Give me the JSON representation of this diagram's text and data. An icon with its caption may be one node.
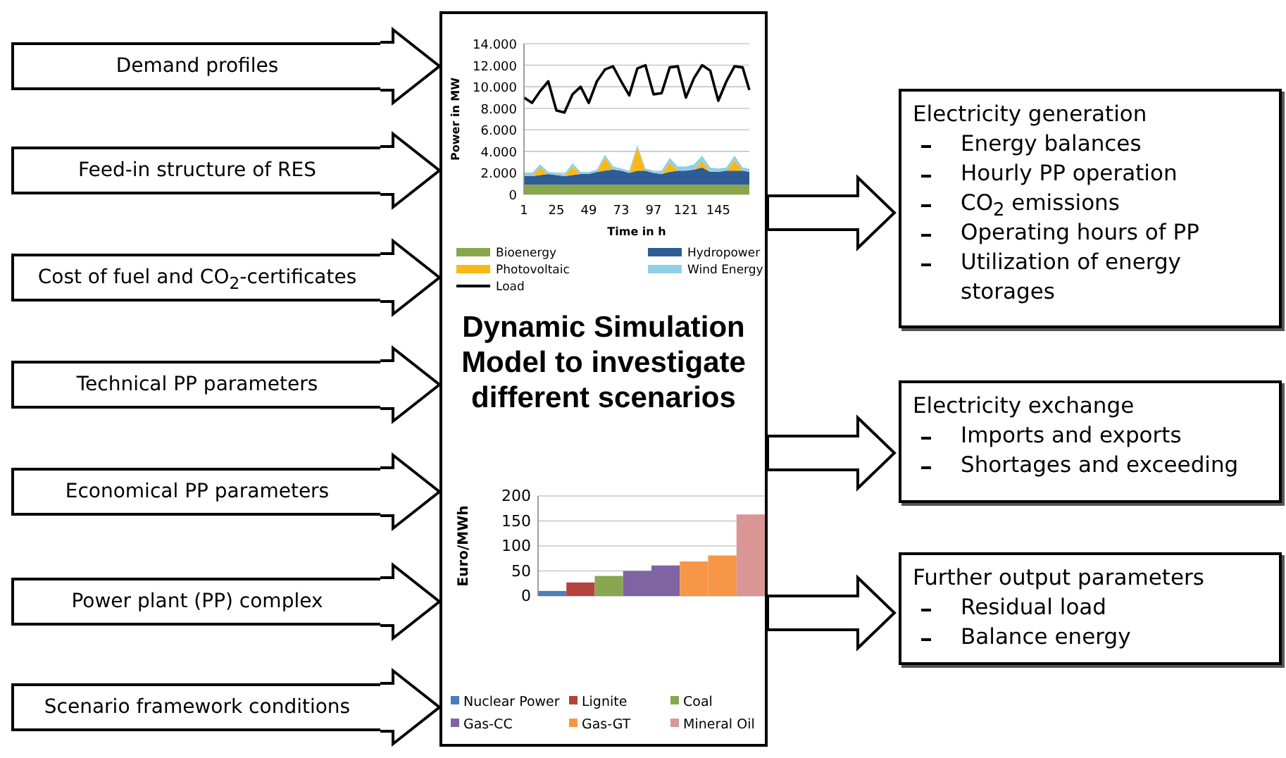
{
  "diagram": {
    "nodes": [
      {
        "text": [
          "Demand profiles"
        ]
      },
      {
        "text": [
          "Feed-in structure of RES"
        ]
      },
      {
        "text": [
          "Cost of fuel and CO$_{2}$-certificates"
        ]
      },
      {
        "text": [
          "Technical PP parameters"
        ]
      },
      {
        "text": [
          "Economical PP parameters"
        ]
      },
      {
        "text": [
          "Power plant (PP) complex"
        ]
      },
      {
        "text": [
          "Scenario framework conditions"
        ]
      },
      {
        "text": [
          "Dynamic Simulation Model to investigate different scenarios"
        ]
      },
      {
        "text": [
          "Electricity generation",
          "Energy balances",
          "Hourly PP operation",
          "CO$_{2}$ emissions",
          "Operating hours of PP",
          "Utilization of energy storages"
        ]
      },
      {
        "text": [
          "Electricity exchange",
          "Imports and exports",
          "Shortages and exceeding"
        ]
      },
      {
        "text": [
          "Further output parameters",
          "Residual load",
          "Balance energy"
        ]
      }
    ],
    "edges": [
      {
        "from": 0,
        "to": 7,
        "arrow": "to"
      },
      {
        "from": 1,
        "to": 7,
        "arrow": "to"
      },
      {
        "from": 2,
        "to": 7,
        "arrow": "to"
      },
      {
        "from": 3,
        "to": 7,
        "arrow": "to"
      },
      {
        "from": 4,
        "to": 7,
        "arrow": "to"
      },
      {
        "from": 5,
        "to": 7,
        "arrow": "to"
      },
      {
        "from": 6,
        "to": 7,
        "arrow": "to"
      },
      {
        "from": 7,
        "to": 8,
        "arrow": "to"
      },
      {
        "from": 7,
        "to": 9,
        "arrow": "to"
      },
      {
        "from": 7,
        "to": 10,
        "arrow": "to"
      }
    ],
    "chart_data": [
      {
        "type": "area",
        "stacked": true,
        "grid": true,
        "legend": "bottom",
        "xlabel": "Time in h",
        "ylabel": "Power in MW",
        "x": [
          1,
          7,
          13,
          19,
          25,
          31,
          37,
          43,
          49,
          55,
          61,
          67,
          73,
          79,
          85,
          91,
          97,
          103,
          109,
          115,
          121,
          127,
          133,
          139,
          145,
          151,
          157,
          163,
          168
        ],
        "xlim": [
          1,
          168
        ],
        "ylim": [
          0,
          14000
        ],
        "xticks": [
          1,
          25,
          49,
          73,
          97,
          121,
          145
        ],
        "yticks": [
          {
            "value": 0,
            "label": "0"
          },
          {
            "value": 2000,
            "label": "2.000"
          },
          {
            "value": 4000,
            "label": "4.000"
          },
          {
            "value": 6000,
            "label": "6.000"
          },
          {
            "value": 8000,
            "label": "8.000"
          },
          {
            "value": 10000,
            "label": "10.000"
          },
          {
            "value": 12000,
            "label": "12.000"
          },
          {
            "value": 14000,
            "label": "14.000"
          }
        ],
        "series": [
          {
            "name": "Bioenergy",
            "color": "#8aa64a",
            "values": [
              900,
              900,
              900,
              900,
              900,
              900,
              900,
              900,
              900,
              900,
              900,
              900,
              900,
              900,
              900,
              900,
              900,
              900,
              900,
              900,
              900,
              900,
              900,
              900,
              900,
              900,
              900,
              900,
              900
            ]
          },
          {
            "name": "Hydropower",
            "color": "#2e5c95",
            "values": [
              800,
              800,
              900,
              1000,
              900,
              800,
              900,
              1000,
              1000,
              1200,
              1300,
              1400,
              1300,
              1100,
              1300,
              1300,
              1100,
              1000,
              1200,
              1300,
              1300,
              1400,
              1600,
              1200,
              1200,
              1300,
              1300,
              1300,
              1200
            ]
          },
          {
            "name": "Photovoltaic",
            "color": "#f8b918",
            "values": [
              0,
              0,
              700,
              0,
              0,
              0,
              800,
              0,
              0,
              0,
              1200,
              0,
              0,
              0,
              2200,
              0,
              0,
              0,
              900,
              0,
              0,
              0,
              600,
              0,
              0,
              0,
              1000,
              0,
              0
            ]
          },
          {
            "name": "Wind Energy",
            "color": "#8fd0e6",
            "values": [
              300,
              300,
              300,
              200,
              200,
              200,
              300,
              200,
              200,
              200,
              300,
              300,
              200,
              200,
              200,
              200,
              200,
              300,
              400,
              400,
              400,
              500,
              500,
              400,
              300,
              300,
              400,
              300,
              300
            ]
          },
          {
            "name": "Load",
            "color": "#000000",
            "type": "line",
            "values": [
              9000,
              8500,
              9600,
              10500,
              7800,
              7600,
              9300,
              10000,
              8500,
              10500,
              11600,
              11900,
              10500,
              9200,
              11700,
              12000,
              9300,
              9400,
              11800,
              11900,
              9000,
              10800,
              12000,
              11500,
              8700,
              10500,
              11900,
              11800,
              9700
            ]
          }
        ]
      },
      {
        "type": "bar",
        "stacked": true,
        "grid": true,
        "legend": "bottom",
        "ylabel": "Euro/MWh",
        "ylim": [
          0,
          200
        ],
        "yticks": [
          0,
          50,
          100,
          150,
          200
        ],
        "categories": [
          null,
          null,
          null,
          null,
          null,
          null,
          null,
          null
        ],
        "series": [
          {
            "name": "Nuclear Power",
            "color": "#4a7ebb",
            "values": [
              10,
              null,
              null,
              null,
              null,
              null,
              null,
              null
            ]
          },
          {
            "name": "Lignite",
            "color": "#b4423f",
            "values": [
              null,
              27,
              null,
              null,
              null,
              null,
              null,
              null
            ]
          },
          {
            "name": "Coal",
            "color": "#8ba650",
            "values": [
              null,
              null,
              40,
              null,
              null,
              null,
              null,
              null
            ]
          },
          {
            "name": "Gas-CC",
            "color": "#7f63a2",
            "values": [
              null,
              null,
              null,
              50,
              61,
              null,
              null,
              null
            ]
          },
          {
            "name": "Gas-GT",
            "color": "#f79646",
            "values": [
              null,
              null,
              null,
              null,
              null,
              69,
              81,
              null
            ]
          },
          {
            "name": "Mineral Oil",
            "color": "#d99694",
            "values": [
              null,
              null,
              null,
              null,
              null,
              null,
              null,
              163
            ]
          }
        ]
      }
    ]
  }
}
